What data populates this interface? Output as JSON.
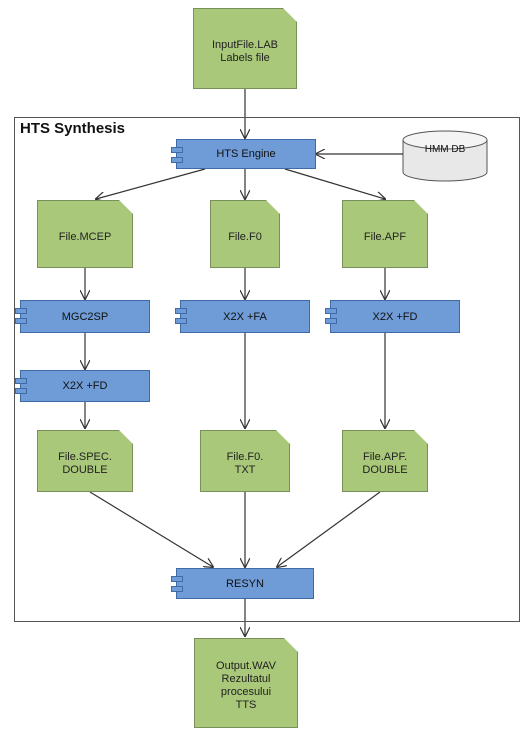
{
  "frame": {
    "title": "HTS Synthesis"
  },
  "files": {
    "input": "InputFile.LAB\nLabels file",
    "mcep": "File.MCEP",
    "f0": "File.F0",
    "apf": "File.APF",
    "spec_double": "File.SPEC.\nDOUBLE",
    "f0_txt": "File.F0.\nTXT",
    "apf_double": "File.APF.\nDOUBLE",
    "output": "Output.WAV\nRezultatul\nprocesului\nTTS"
  },
  "components": {
    "hts_engine": "HTS Engine",
    "mgc2sp": "MGC2SP",
    "x2x_fa": "X2X +FA",
    "x2x_fd_apf": "X2X +FD",
    "x2x_fd_spec": "X2X +FD",
    "resyn": "RESYN"
  },
  "database": {
    "label": "HMM DB"
  },
  "colors": {
    "file_fill": "#a9c87a",
    "component_fill": "#6f9bd6",
    "database_fill": "#e8e8e8"
  }
}
